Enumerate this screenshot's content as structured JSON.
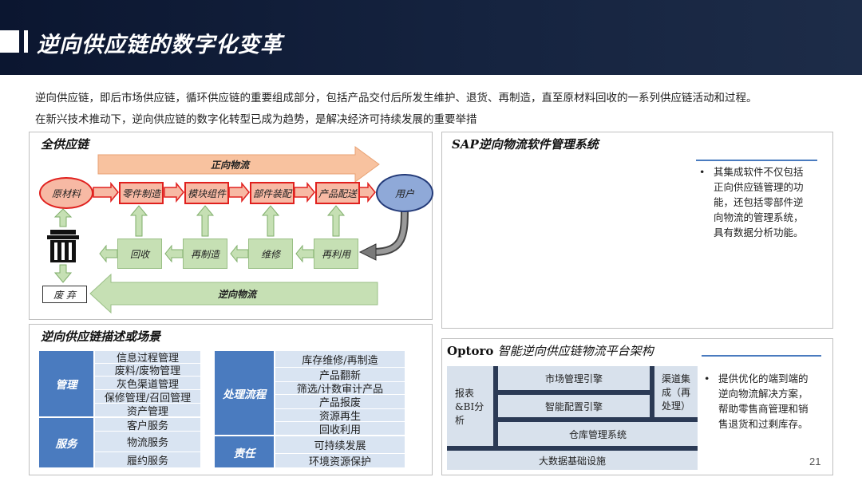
{
  "header": {
    "title": "逆向供应链的数字化变革"
  },
  "intro": {
    "line1": "逆向供应链，即后市场供应链，循环供应链的重要组成部分，包括产品交付后所发生维护、退货、再制造，直至原材料回收的一系列供应链活动和过程。",
    "line2": "在新兴技术推动下，逆向供应链的数字化转型已成为趋势，是解决经济可持续发展的重要举措"
  },
  "diagram": {
    "title": "全供应链",
    "forward_label": "正向物流",
    "reverse_label": "逆向物流",
    "raw_material": "原材料",
    "user": "用户",
    "discard": "废 弃",
    "forward_steps": [
      "零件制造",
      "模块组件",
      "部件装配",
      "产品配送"
    ],
    "reverse_steps": [
      "回收",
      "再制造",
      "维修",
      "再利用"
    ]
  },
  "sap": {
    "title": "SAP逆向物流软件管理系统",
    "bullet": [
      "其集成软件不仅包括",
      "正向供应链管理的功",
      "能，还包括零部件逆",
      "向物流的管理系统，",
      "具有数据分析功能。"
    ]
  },
  "scenarios": {
    "title": "逆向供应链描述或场景",
    "left_groups": [
      {
        "category": "管理",
        "items": [
          "信息过程管理",
          "废料/废物管理",
          "灰色渠道管理",
          "保修管理/召回管理",
          "资产管理"
        ]
      },
      {
        "category": "服务",
        "items": [
          "客户服务",
          "物流服务",
          "履约服务"
        ]
      }
    ],
    "right_groups": [
      {
        "category": "处理流程",
        "items": [
          "库存维修/再制造",
          "产品翻新",
          "筛选/计数审计产品",
          "产品报废",
          "资源再生",
          "回收利用"
        ]
      },
      {
        "category": "责任",
        "items": [
          "可持续发展",
          "环境资源保护"
        ]
      }
    ]
  },
  "optoro": {
    "title_en": "Optoro",
    "title_cn": "智能逆向供应链物流平台架构",
    "report": [
      "报表",
      "&BI分",
      "析"
    ],
    "market": "市场管理引擎",
    "channel": [
      "渠道集",
      "成（再",
      "处理）"
    ],
    "smart": "智能配置引擎",
    "warehouse": "仓库管理系统",
    "bigdata": "大数据基础设施",
    "bullet": [
      "提供优化的端到端的",
      "逆向物流解决方案，",
      "帮助零售商管理和销",
      "售退货和过剩库存。"
    ]
  },
  "page_number": "21"
}
